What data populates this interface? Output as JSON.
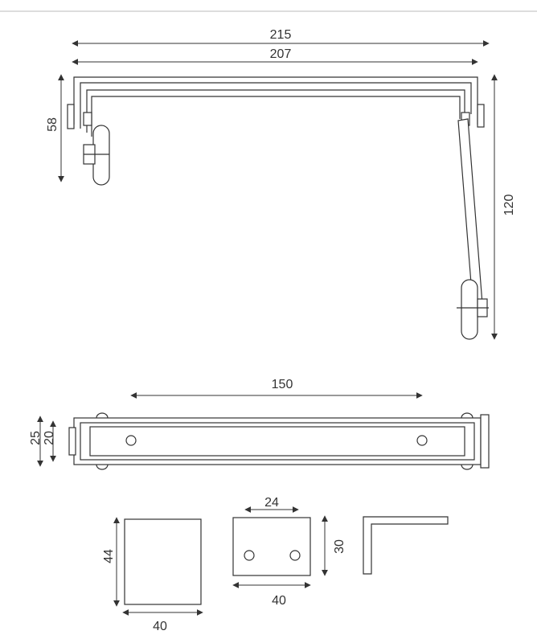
{
  "colors": {
    "line": "#333333",
    "background": "#ffffff",
    "top_rule": "#bbbbbb"
  },
  "dimensions": {
    "overall_length": "215",
    "inner_length": "207",
    "left_height": "58",
    "right_height": "120",
    "hole_spacing": "150",
    "bar_height_outer": "25",
    "bar_height_inner": "20",
    "plate_height": "44",
    "plate_width": "40",
    "bracket_hole_spacing": "24",
    "bracket_height": "30",
    "bracket_width": "40"
  }
}
